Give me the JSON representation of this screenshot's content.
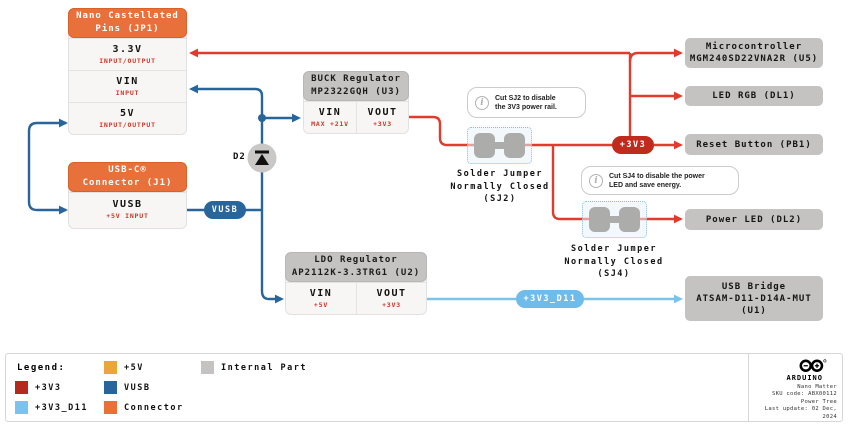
{
  "blocks": {
    "jp1": {
      "title": "Nano Castellated\nPins (JP1)",
      "pins": [
        {
          "name": "3.3V",
          "sub": "INPUT/OUTPUT"
        },
        {
          "name": "VIN",
          "sub": "INPUT"
        },
        {
          "name": "5V",
          "sub": "INPUT/OUTPUT"
        }
      ]
    },
    "j1": {
      "title": "USB-C®\nConnector (J1)",
      "pins": [
        {
          "name": "VUSB",
          "sub": "+5V INPUT"
        }
      ]
    },
    "u3": {
      "title": "BUCK Regulator\nMP2322GQH (U3)",
      "pins": [
        {
          "name": "VIN",
          "sub": "MAX +21V"
        },
        {
          "name": "VOUT",
          "sub": "+3V3"
        }
      ]
    },
    "u2": {
      "title": "LDO Regulator\nAP2112K-3.3TRG1 (U2)",
      "pins": [
        {
          "name": "VIN",
          "sub": "+5V"
        },
        {
          "name": "VOUT",
          "sub": "+3V3"
        }
      ]
    },
    "d2_label": "D2",
    "loads": {
      "microcontroller": "Microcontroller\nMGM240SD22VNA2R (U5)",
      "led_rgb": "LED RGB (DL1)",
      "reset_button": "Reset Button (PB1)",
      "power_led": "Power LED (DL2)",
      "usb_bridge": "USB Bridge\nATSAM-D11-D14A-MUT\n(U1)"
    },
    "jumpers": {
      "sj2": "Solder Jumper\nNormally Closed\n(SJ2)",
      "sj4": "Solder Jumper\nNormally Closed\n(SJ4)"
    },
    "notes": {
      "sj2": "Cut SJ2 to disable\nthe 3V3 power rail.",
      "sj4": "Cut SJ4 to disable the power\nLED and save energy.",
      "icon": "i"
    },
    "nets": {
      "vusb": "VUSB",
      "p3v3": "+3V3",
      "p3v3_d11": "+3V3_D11"
    }
  },
  "legend": {
    "title": "Legend:",
    "items": [
      {
        "label": "+3V3",
        "color": "#B42A1E"
      },
      {
        "label": "+3V3_D11",
        "color": "#7CC2EC"
      },
      {
        "label": "+5V",
        "color": "#E9A63B"
      },
      {
        "label": "VUSB",
        "color": "#27659B"
      },
      {
        "label": "Connector",
        "color": "#E8713B"
      },
      {
        "label": "Internal Part",
        "color": "#C4C3C1"
      }
    ]
  },
  "footer": {
    "brand": "ARDUINO",
    "product": "Nano Matter",
    "sku": "SKU code: ABX00112",
    "doc": "Power Tree",
    "updated": "Last update: 02 Dec, 2024"
  }
}
